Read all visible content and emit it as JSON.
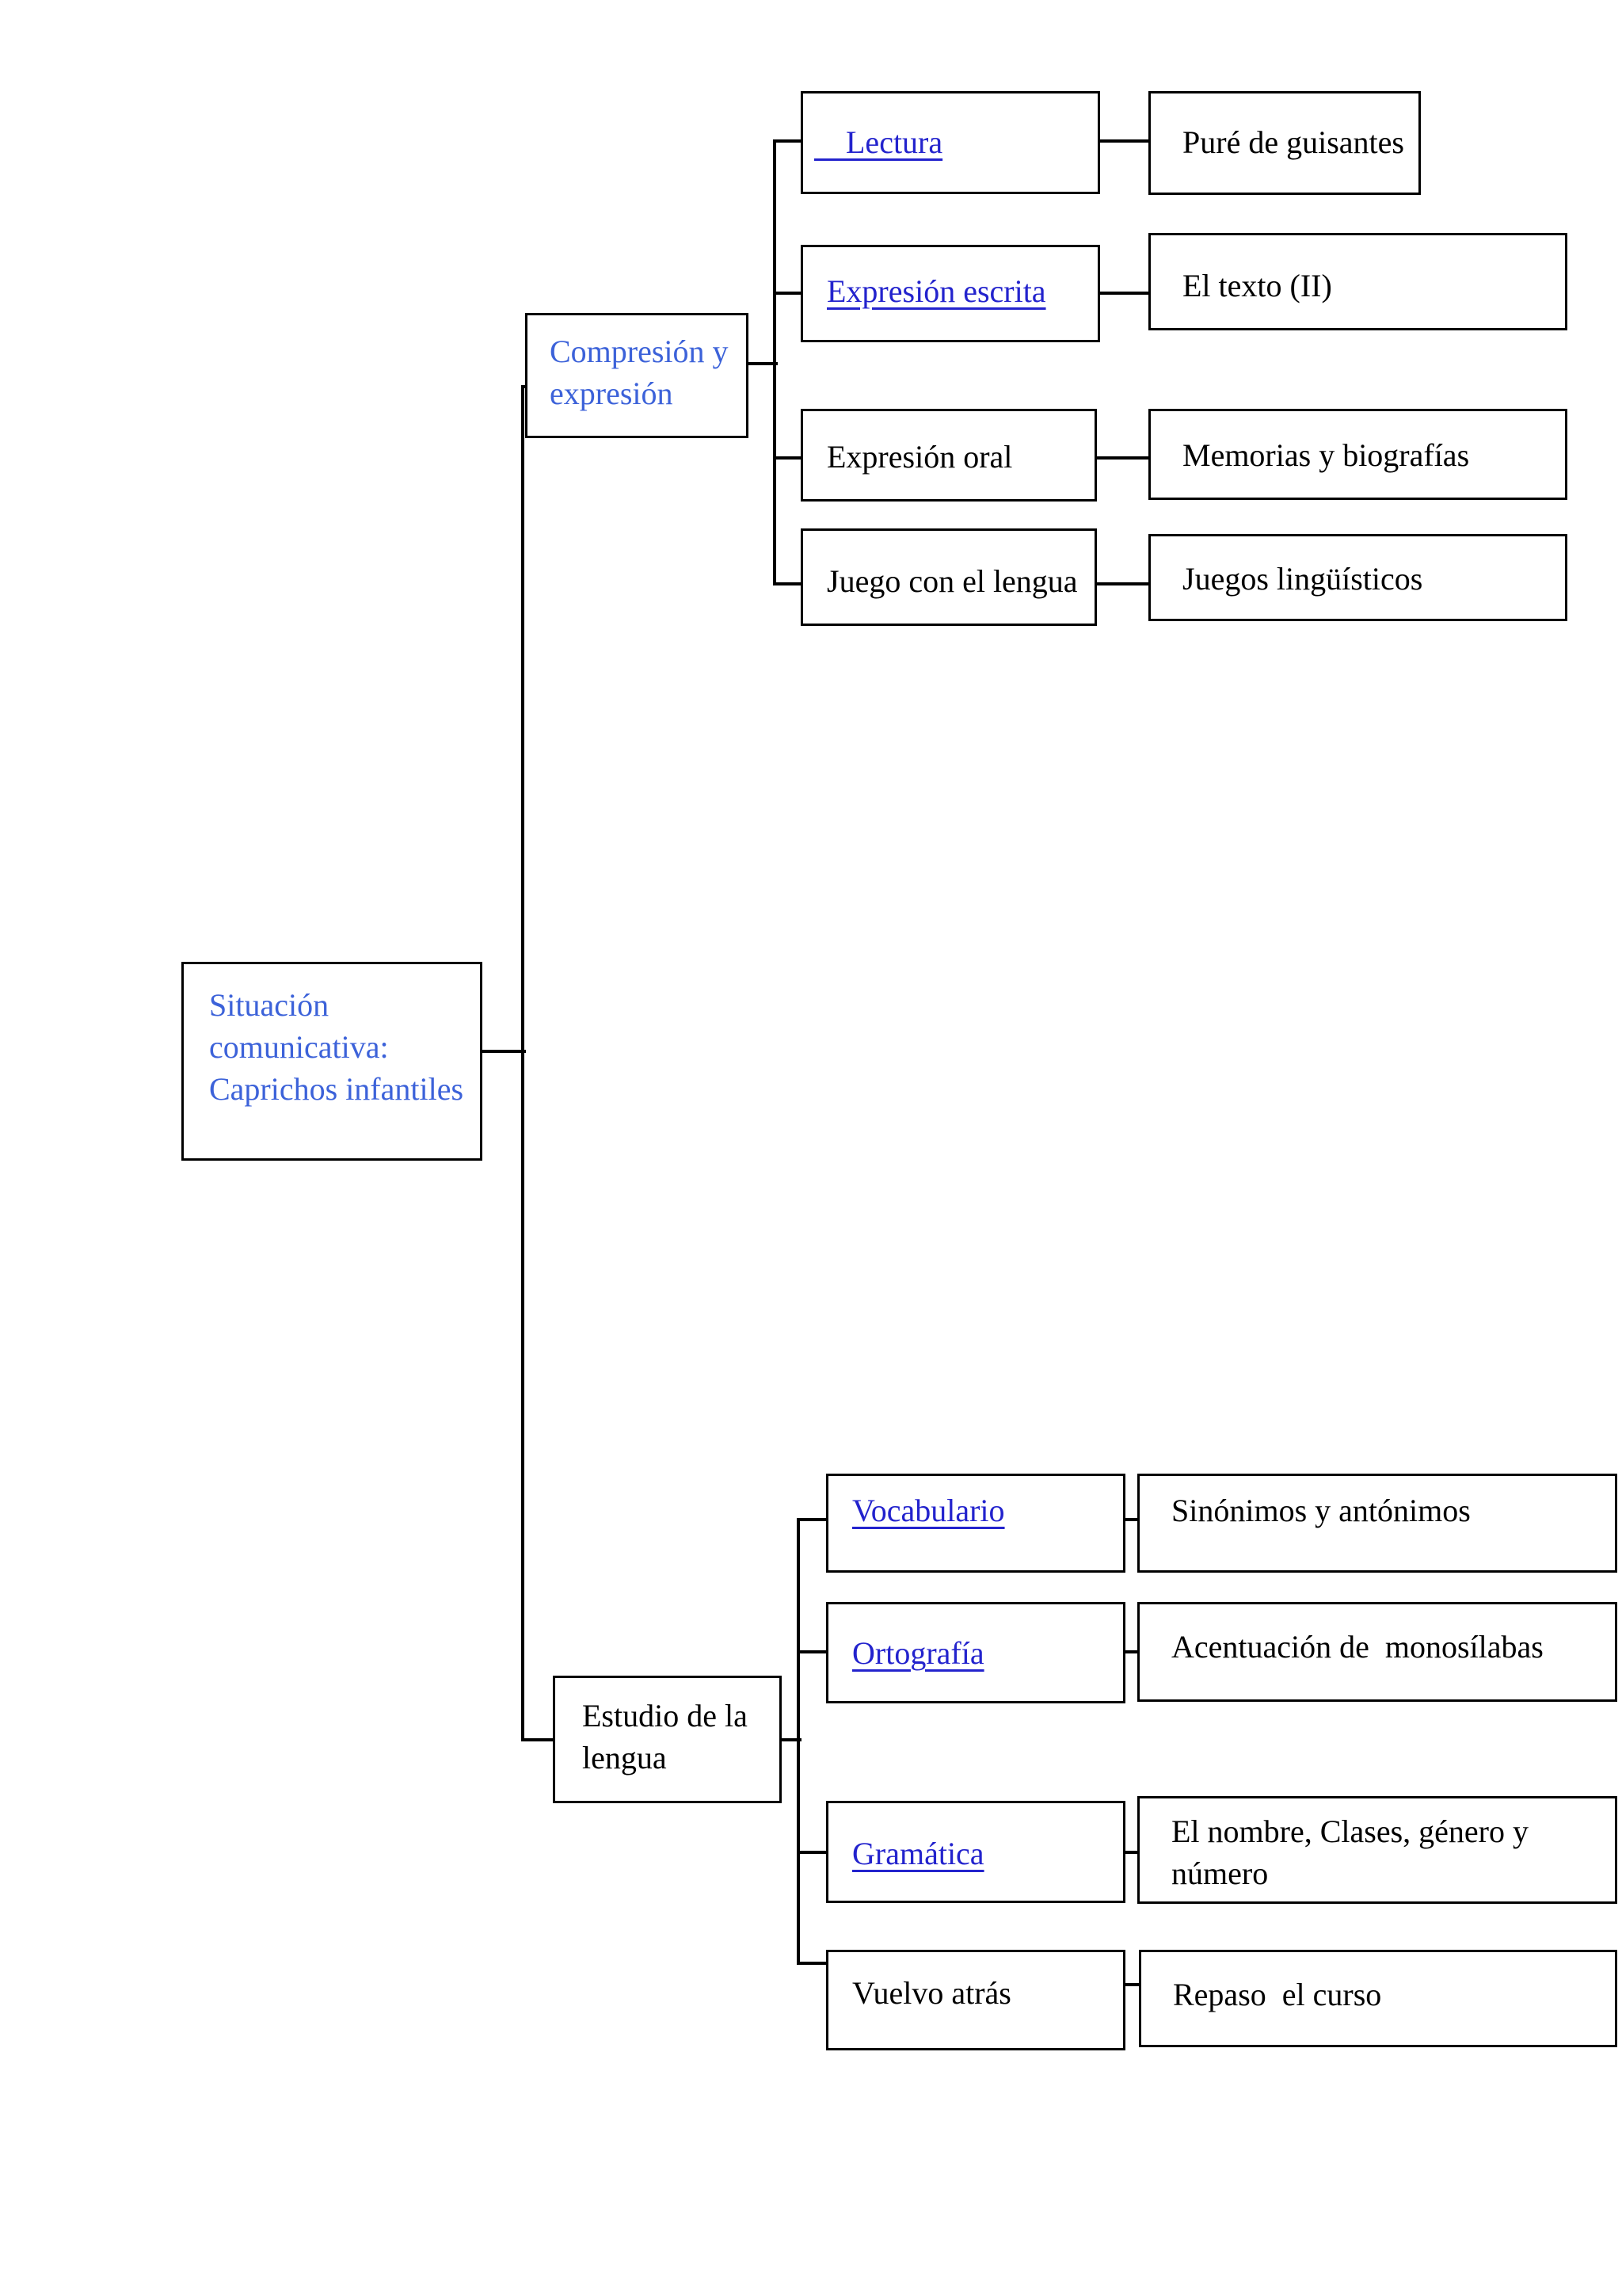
{
  "colors": {
    "link_blue": "#2323cd",
    "heading_blue": "#3c62d9",
    "line_black": "#000000",
    "background": "#ffffff"
  },
  "diagram": {
    "root": {
      "label": "Situación comunicativa: Caprichos infantiles"
    },
    "group1": {
      "header": {
        "label": "Compresión y expresión"
      },
      "rows": [
        {
          "topic": "Lectura",
          "content": "Puré de guisantes",
          "topic_is_link": true
        },
        {
          "topic": "Expresión escrita",
          "content": "El texto (II)",
          "topic_is_link": true
        },
        {
          "topic": "Expresión oral",
          "content": "Memorias y biografías",
          "topic_is_link": false
        },
        {
          "topic": "Juego con el lengua",
          "content": "Juegos lingüísticos",
          "topic_is_link": false
        }
      ]
    },
    "group2": {
      "header": {
        "label": "Estudio de la lengua"
      },
      "rows": [
        {
          "topic": "Vocabulario",
          "content": "Sinónimos y antónimos",
          "topic_is_link": true
        },
        {
          "topic": "Ortografía",
          "content": "Acentuación de  monosílabas",
          "topic_is_link": true
        },
        {
          "topic": "Gramática",
          "content": "El nombre, Clases, género y número",
          "topic_is_link": true
        },
        {
          "topic": "Vuelvo atrás",
          "content": "Repaso  el curso",
          "topic_is_link": false
        }
      ]
    }
  }
}
